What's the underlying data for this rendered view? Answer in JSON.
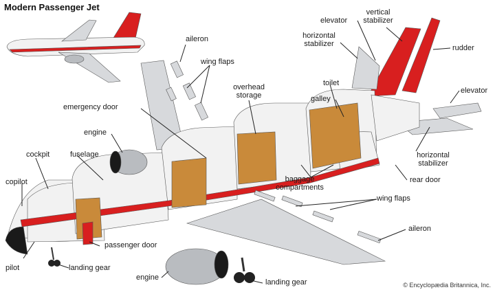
{
  "title": "Modern Passenger Jet",
  "credit": "© Encyclopædia Britannica, Inc.",
  "colors": {
    "fuselage": "#f2f2f2",
    "stripe": "#d81f1f",
    "tail": "#d81f1f",
    "wing": "#d7d9dc",
    "interior": "#c98a3a",
    "engine": "#b9bcc0",
    "nose": "#1a1a1a"
  },
  "labels": {
    "aileron_top": "aileron",
    "wing_flaps_top": "wing flaps",
    "emergency_door": "emergency door",
    "engine_left": "engine",
    "cockpit": "cockpit",
    "fuselage": "fuselage",
    "copilot": "copilot",
    "pilot": "pilot",
    "landing_gear_left": "landing gear",
    "passenger_door": "passenger door",
    "overhead_storage": "overhead\nstorage",
    "toilet": "toilet",
    "galley": "galley",
    "baggage_compartments": "baggage\ncompartments",
    "elevator_top": "elevator",
    "vertical_stabilizer": "vertical\nstabilizer",
    "horizontal_stabilizer_top": "horizontal\nstabilizer",
    "rudder": "rudder",
    "elevator_right": "elevator",
    "horizontal_stabilizer_right": "horizontal\nstabilizer",
    "rear_door": "rear door",
    "wing_flaps_bottom": "wing flaps",
    "aileron_bottom": "aileron",
    "engine_bottom": "engine",
    "landing_gear_bottom": "landing gear"
  }
}
